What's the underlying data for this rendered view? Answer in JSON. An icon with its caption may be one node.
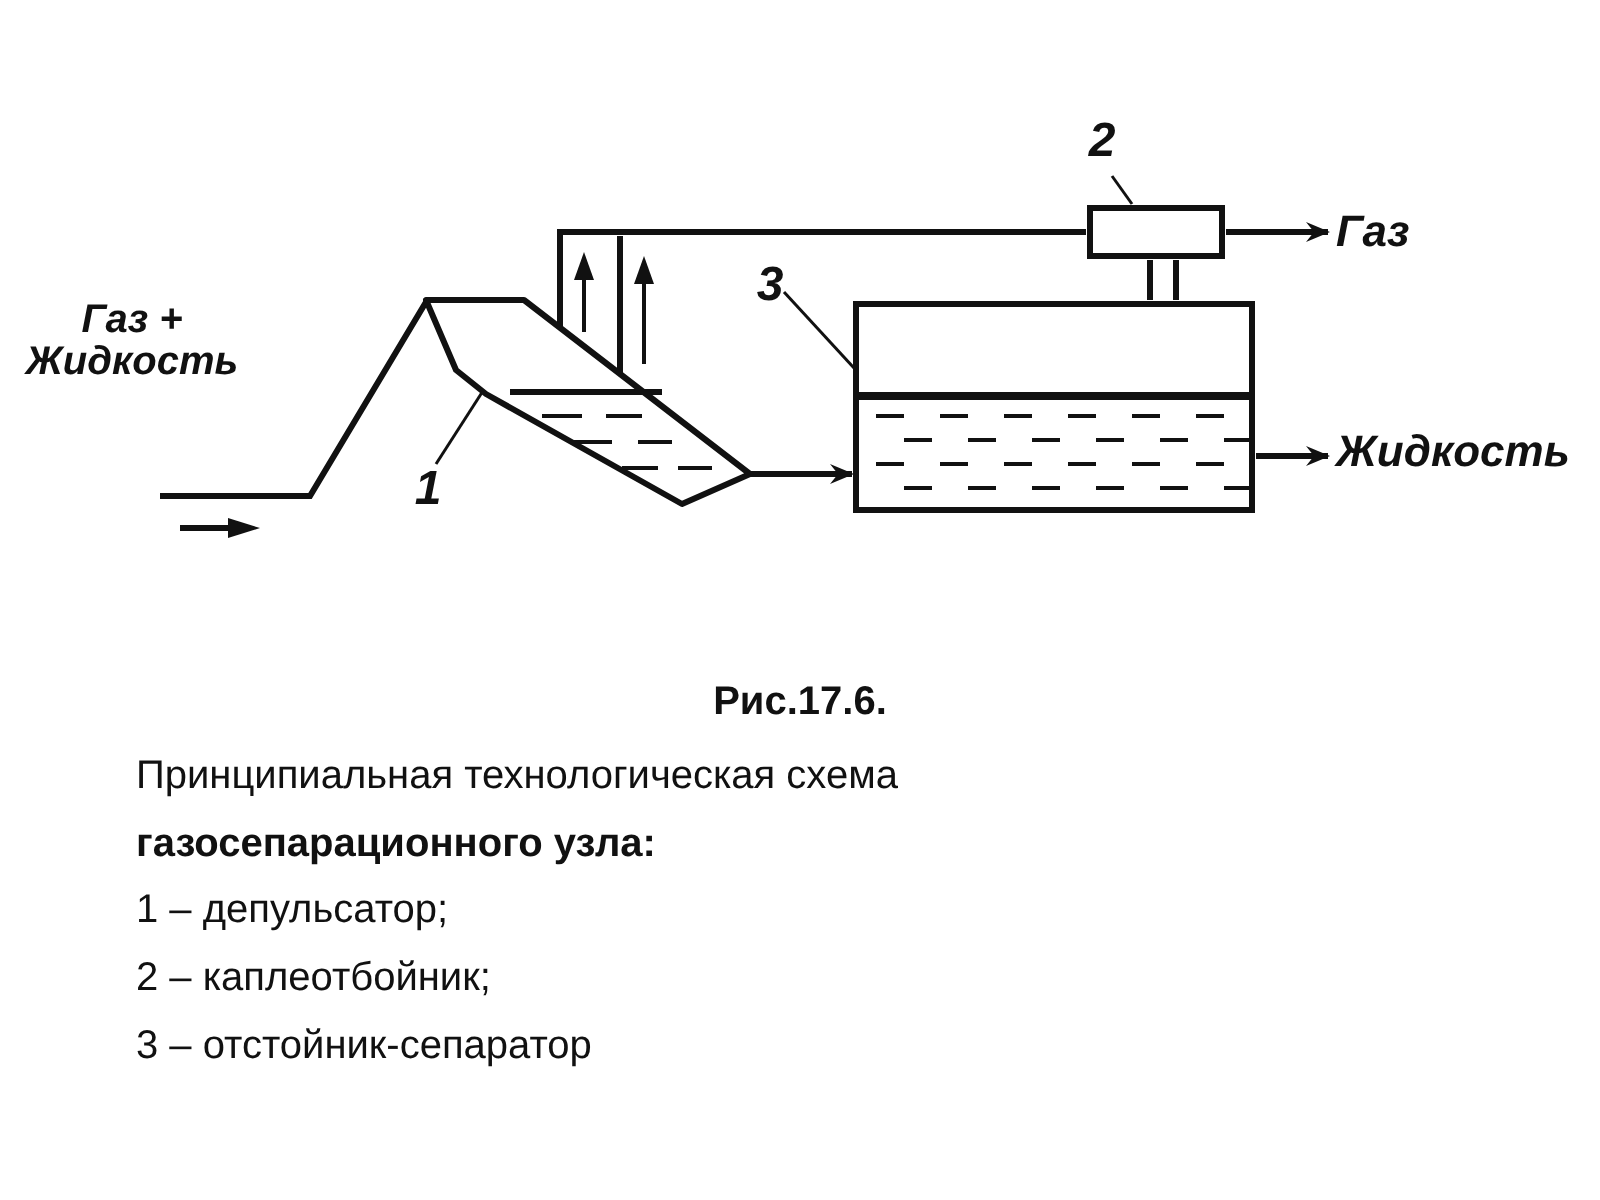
{
  "diagram": {
    "title": "Рис.17.6.",
    "caption": "Принципиальная технологическая схема **газосепарационного узла:**",
    "nodes": [
      {
        "text": [
          "Газ + Жидкость"
        ]
      },
      {
        "text": [],
        "shape": "box"
      },
      {
        "text": [],
        "shape": "box"
      },
      {
        "text": [],
        "shape": "box"
      },
      {
        "text": [
          "Газ"
        ]
      },
      {
        "text": [
          "Жидкость"
        ]
      },
      {
        "text": [
          "1"
        ]
      },
      {
        "text": [
          "2"
        ]
      },
      {
        "text": [
          "3"
        ]
      }
    ],
    "edges": [
      {
        "from": 0,
        "to": 1,
        "arrow": "none"
      },
      {
        "from": 1,
        "to": 3,
        "arrow": "none"
      },
      {
        "from": 1,
        "to": 2,
        "arrow": "to"
      },
      {
        "from": 3,
        "to": 2,
        "arrow": "none"
      },
      {
        "from": 3,
        "to": 4,
        "arrow": "to"
      },
      {
        "from": 2,
        "to": 5,
        "arrow": "to"
      },
      {
        "from": 6,
        "to": 1,
        "arrow": "none"
      },
      {
        "from": 7,
        "to": 3,
        "arrow": "none"
      },
      {
        "from": 8,
        "to": 2,
        "arrow": "none"
      }
    ],
    "labels": [
      "1 – депульсатор;",
      "2 – каплеотбойник;",
      "3 – отстойник-сепаратор"
    ]
  }
}
